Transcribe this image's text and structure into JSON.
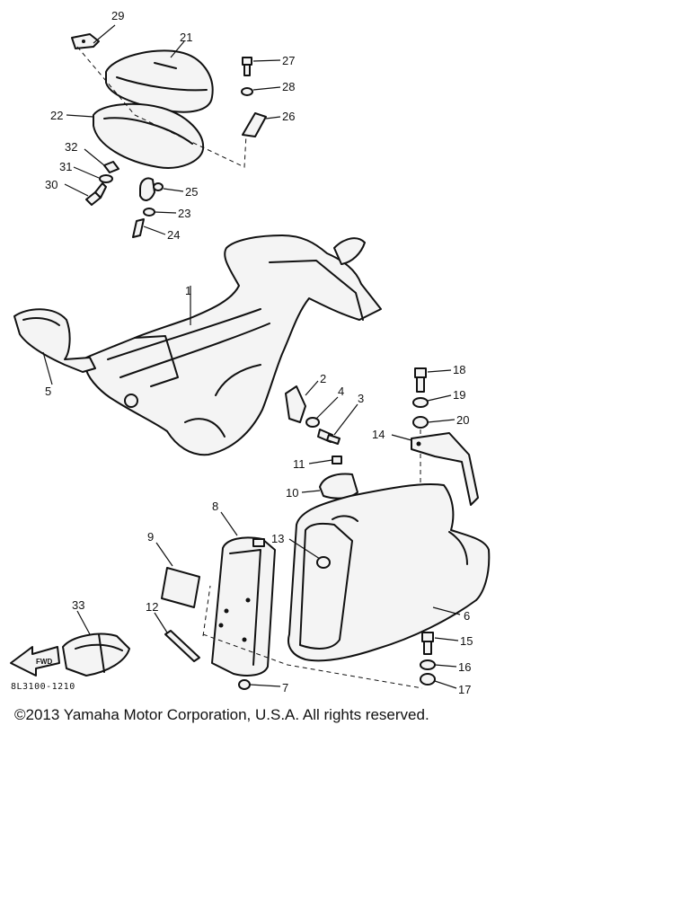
{
  "diagram": {
    "reference_code": "8L3100-1210",
    "copyright": "©2013 Yamaha Motor Corporation, U.S.A. All rights reserved.",
    "callouts": {
      "c1": "1",
      "c2": "2",
      "c3": "3",
      "c4": "4",
      "c5": "5",
      "c6": "6",
      "c7": "7",
      "c8": "8",
      "c9": "9",
      "c10": "10",
      "c11": "11",
      "c12": "12",
      "c13": "13",
      "c14": "14",
      "c15": "15",
      "c16": "16",
      "c17": "17",
      "c18": "18",
      "c19": "19",
      "c20": "20",
      "c21": "21",
      "c22": "22",
      "c23": "23",
      "c24": "24",
      "c25": "25",
      "c26": "26",
      "c27": "27",
      "c28": "28",
      "c29": "29",
      "c30": "30",
      "c31": "31",
      "c32": "32",
      "c33": "33"
    }
  }
}
